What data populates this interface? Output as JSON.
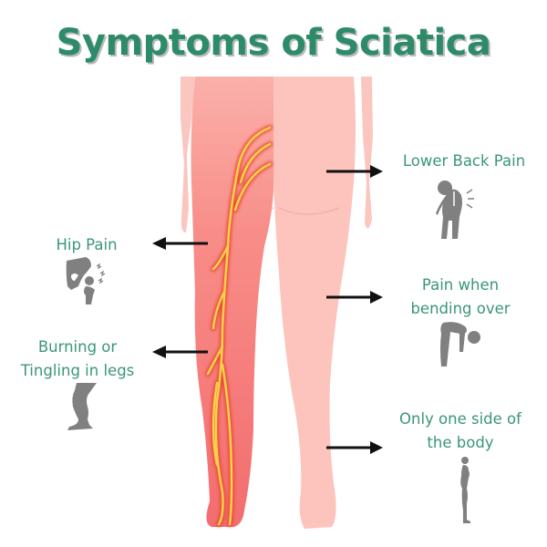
{
  "title": "Symptoms of Sciatica",
  "colors": {
    "title": "#2e8b6a",
    "label": "#3a9679",
    "title_shadow": "#b9b9b9",
    "arrow": "#111111",
    "icon": "#808080",
    "skin_light": "#fbc3bc",
    "skin_inflamed": "#f47b7b",
    "nerve_core": "#f8d24a",
    "nerve_glow": "#e8442c"
  },
  "symptoms": {
    "left": [
      {
        "label_line1": "Hip Pain",
        "label_line2": "",
        "icon": "hip-joint-pain-icon"
      },
      {
        "label_line1": "Burning or",
        "label_line2": "Tingling in legs",
        "icon": "leg-icon"
      }
    ],
    "right": [
      {
        "label_line1": "Lower Back Pain",
        "label_line2": "",
        "icon": "back-pain-person-icon"
      },
      {
        "label_line1": "Pain when",
        "label_line2": "bending over",
        "icon": "bending-person-icon"
      },
      {
        "label_line1": "Only one side of",
        "label_line2": "the body",
        "icon": "standing-side-profile-icon"
      }
    ]
  },
  "illustration": {
    "description": "Rear view of lower body with inflamed left leg showing sciatic nerve"
  }
}
